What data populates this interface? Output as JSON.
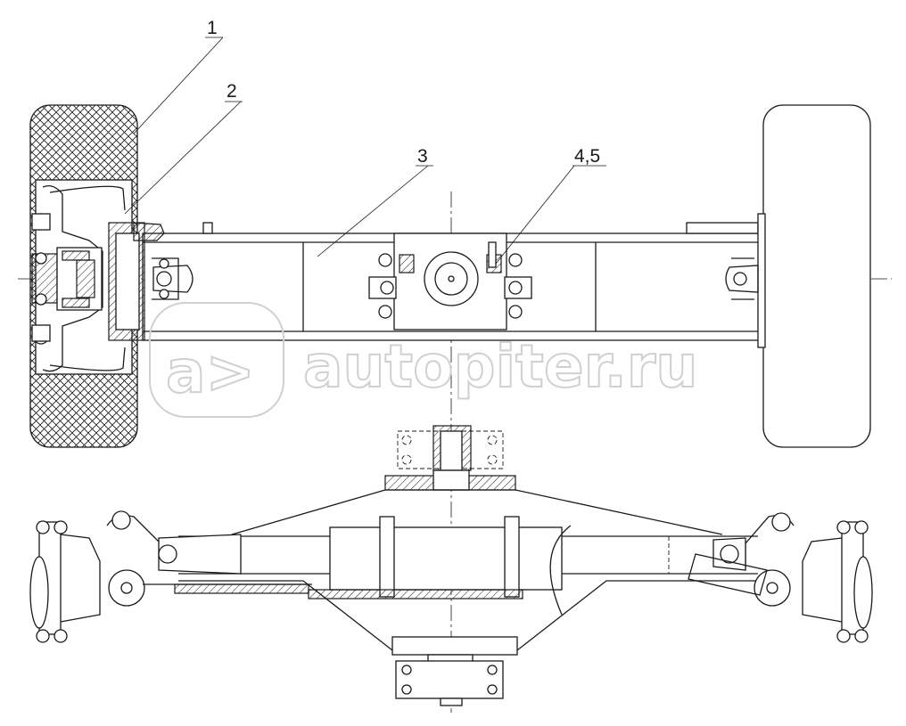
{
  "callouts": [
    {
      "label": "1"
    },
    {
      "label": "2"
    },
    {
      "label": "3"
    },
    {
      "label": "4,5"
    }
  ],
  "watermark": {
    "text": "autopiter.ru",
    "logo_text": "a>"
  },
  "colors": {
    "line": "#1a1a1a",
    "watermark": "#d0d0d0",
    "background": "#ffffff"
  }
}
